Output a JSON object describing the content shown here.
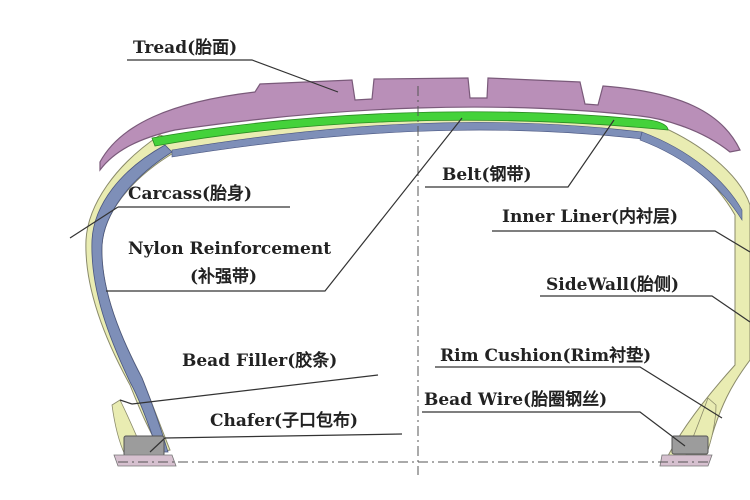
{
  "labels": {
    "tread": "Tread(胎面)",
    "belt": "Belt(钢带)",
    "carcass": "Carcass(胎身)",
    "inner_liner": "Inner  Liner(内衬层)",
    "nylon_line1": "Nylon Reinforcement",
    "nylon_line2": "(补强带)",
    "sidewall": "SideWall(胎侧)",
    "bead_filler": "Bead Filler(胶条)",
    "rim_cushion": "Rim Cushion(Rim衬垫)",
    "bead_wire": "Bead Wire(胎圈钢丝)",
    "chafer": "Chafer(子口包布)"
  },
  "colors": {
    "tread": "#b98fb8",
    "tread_edge": "#7a5a7a",
    "belt": "#44d23a",
    "carcass": "#e9ecb2",
    "inner_liner": "#7e8fb8",
    "bead_wire": "#9c9c9c",
    "rim_cushion": "#d6c0cf",
    "leader": "#333333",
    "centerline": "#555555"
  }
}
